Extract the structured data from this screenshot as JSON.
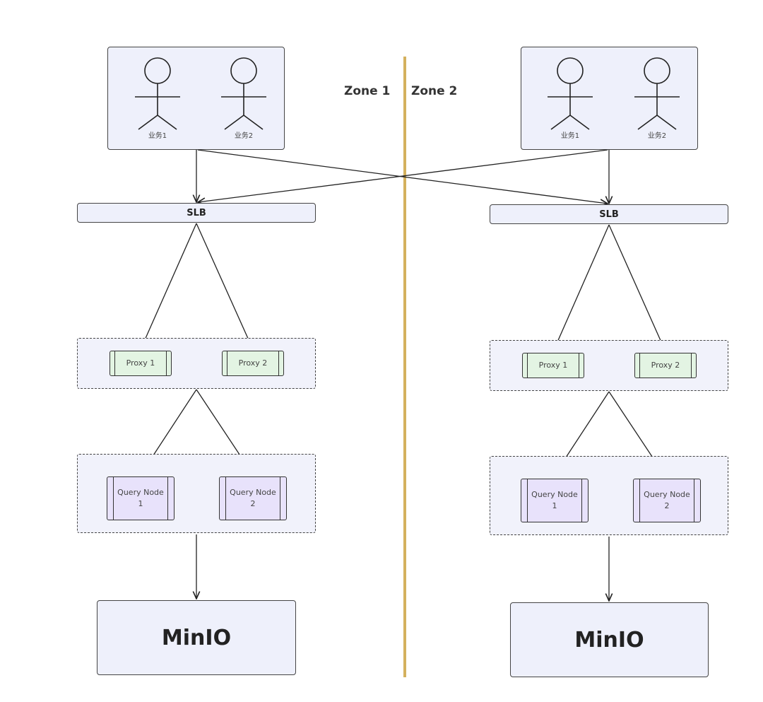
{
  "zones": [
    {
      "label": "Zone 1",
      "users": [
        "业务1",
        "业务2"
      ],
      "slb": "SLB",
      "proxies": [
        "Proxy 1",
        "Proxy 2"
      ],
      "query_nodes": [
        {
          "line1": "Query Node",
          "line2": "1"
        },
        {
          "line1": "Query Node",
          "line2": "2"
        }
      ],
      "storage": "MinIO"
    },
    {
      "label": "Zone 2",
      "users": [
        "业务1",
        "业务2"
      ],
      "slb": "SLB",
      "proxies": [
        "Proxy 1",
        "Proxy 2"
      ],
      "query_nodes": [
        {
          "line1": "Query Node",
          "line2": "1"
        },
        {
          "line1": "Query Node",
          "line2": "2"
        }
      ],
      "storage": "MinIO"
    }
  ],
  "colors": {
    "zone_divider": "#d4b15e",
    "box_fill": "#eef0fb",
    "proxy_fill": "#e3f4e3",
    "query_node_fill": "#e8e2fb"
  }
}
